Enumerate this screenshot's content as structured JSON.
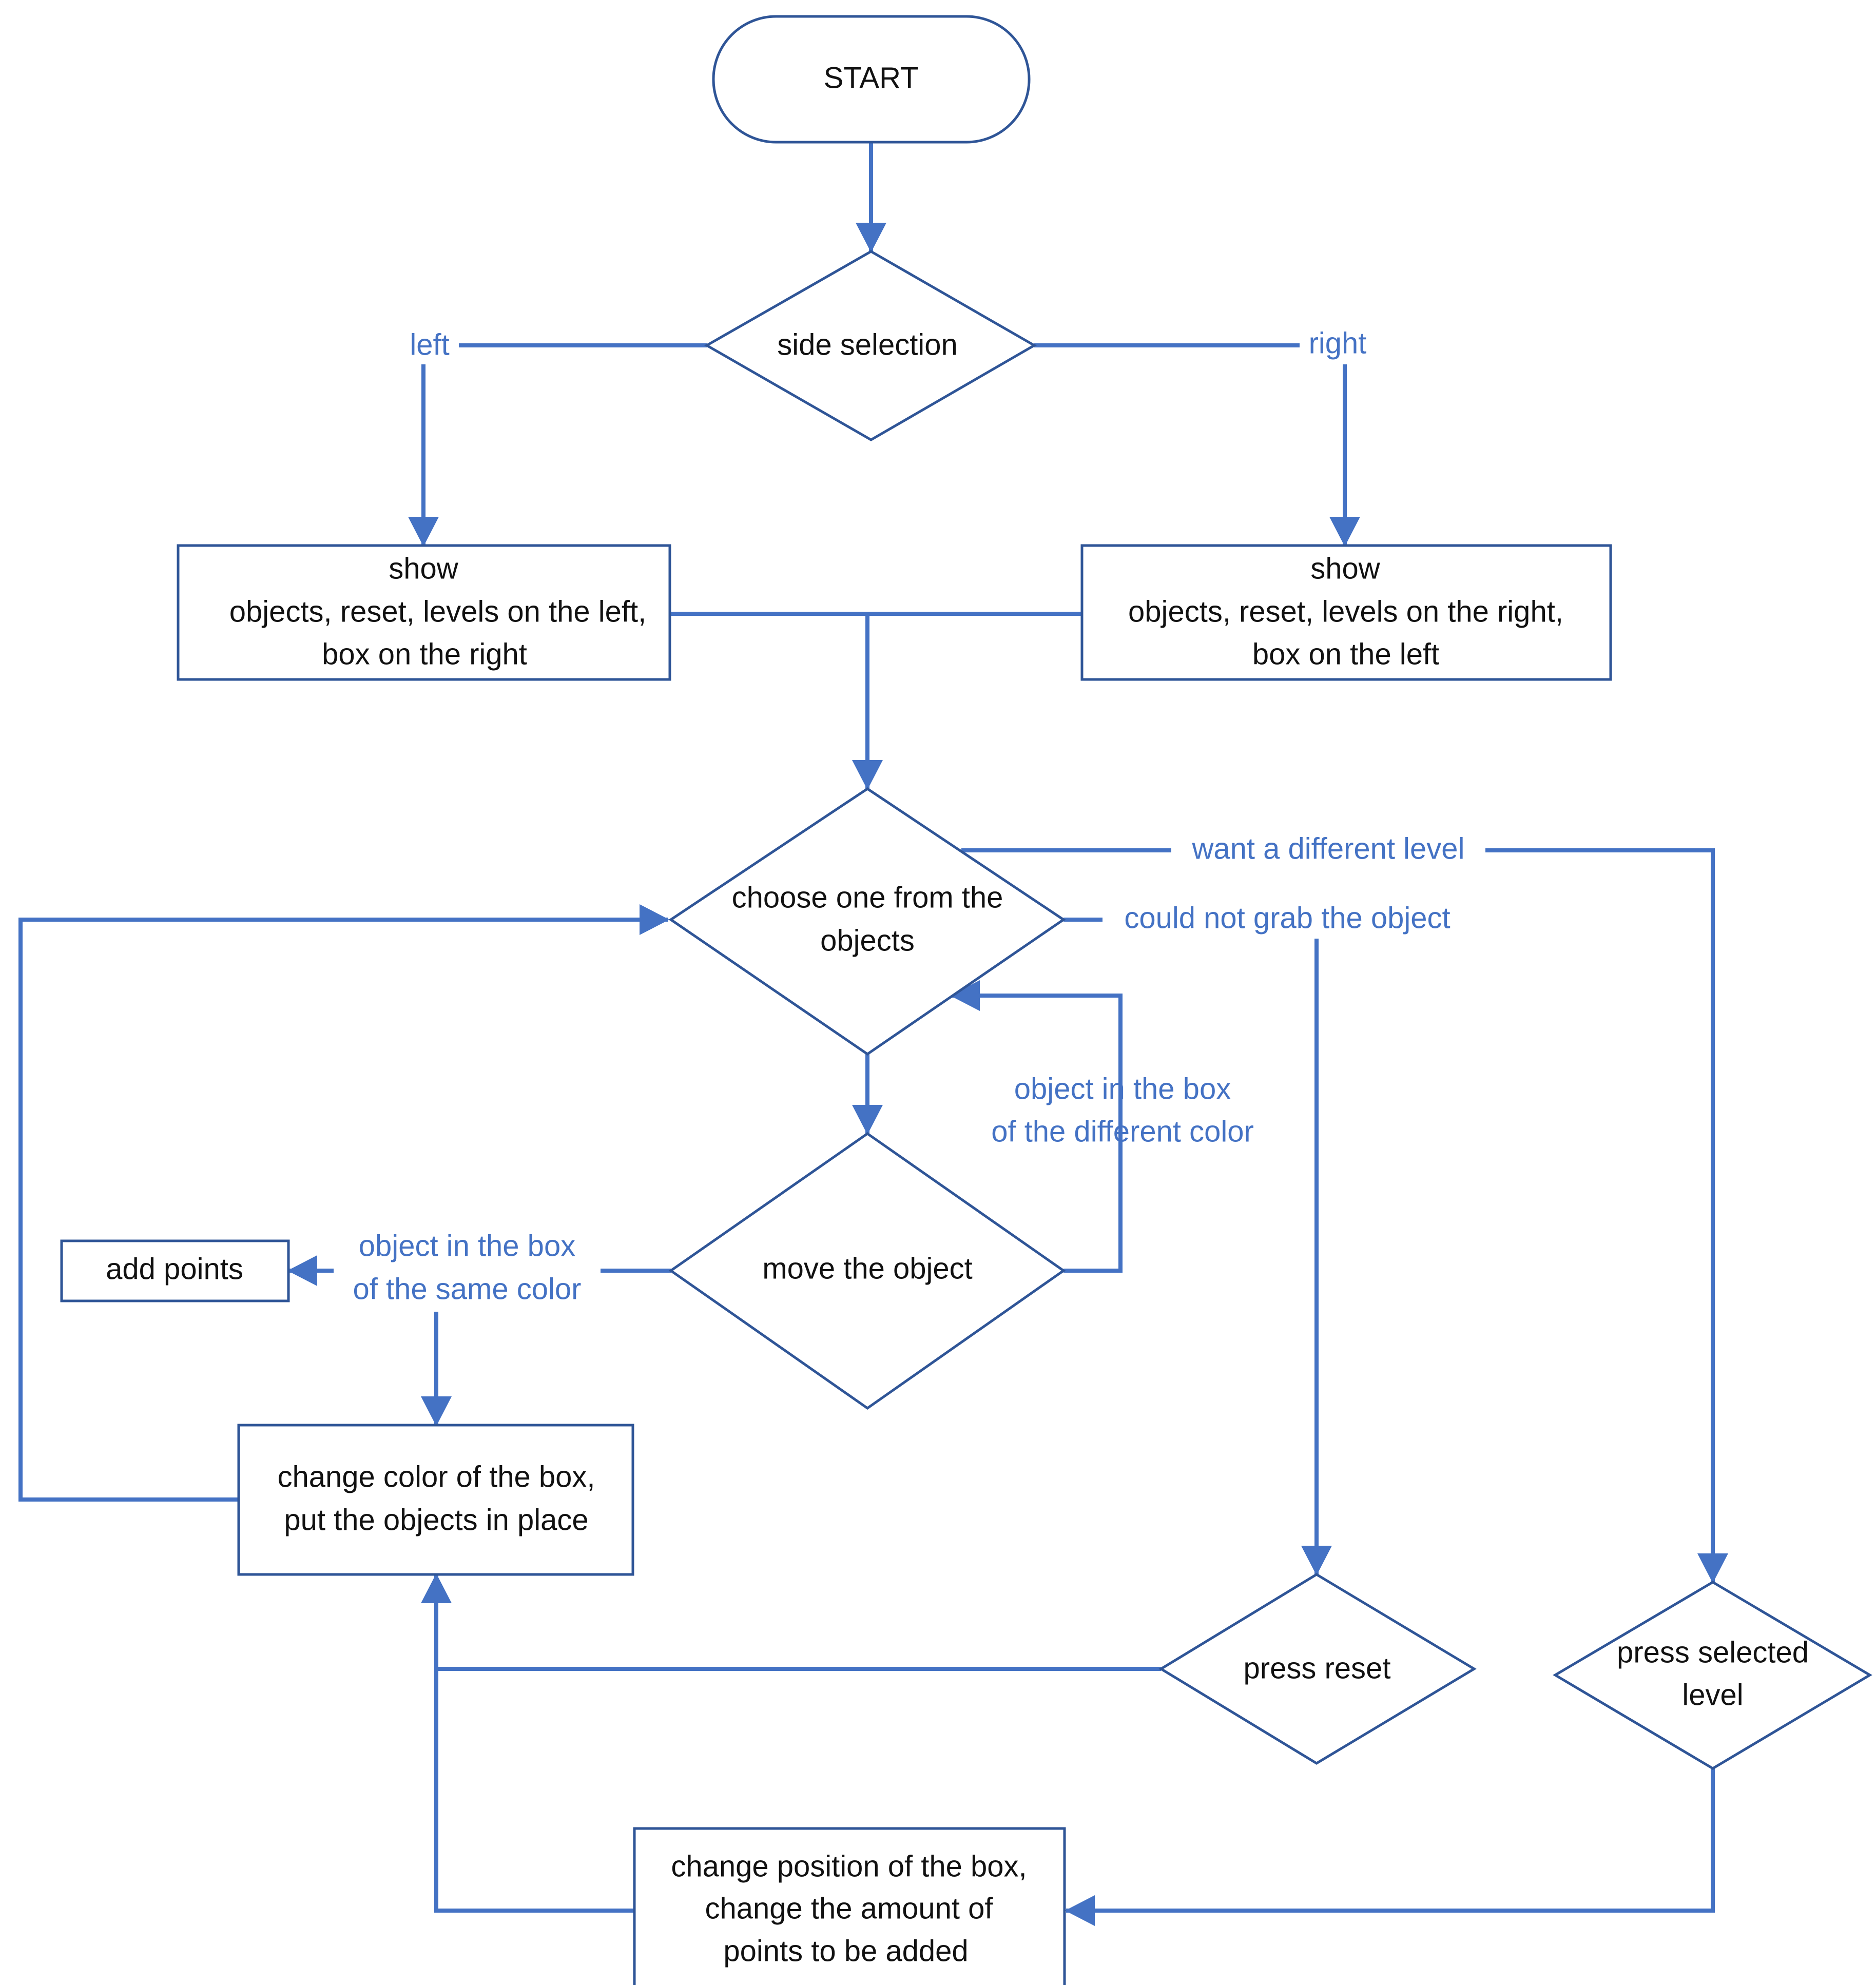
{
  "colors": {
    "accent": "#4472C4",
    "shape_stroke": "#2F5597",
    "text": "#111111",
    "background": "#ffffff"
  },
  "nodes": {
    "start": "START",
    "side_selection": "side selection",
    "show_left": [
      "show",
      "objects, reset, levels on the left,",
      "box on the right"
    ],
    "show_right": [
      "show",
      "objects, reset, levels on the right,",
      "box on the left"
    ],
    "choose_object": [
      "choose one from the",
      "objects"
    ],
    "move_object": "move the object",
    "add_points": "add points",
    "change_color": [
      "change color of the box,",
      "put the objects in place"
    ],
    "press_reset": "press reset",
    "press_level": [
      "press selected",
      "level"
    ],
    "change_position": [
      "change position of the box,",
      "change the amount of",
      "points to be added"
    ]
  },
  "edges": {
    "left": "left",
    "right": "right",
    "want_different_level": "want a different level",
    "could_not_grab": "could not grab the object",
    "different_color": [
      "object in the box",
      "of the different color"
    ],
    "same_color": [
      "object in the box",
      "of the same color"
    ]
  }
}
